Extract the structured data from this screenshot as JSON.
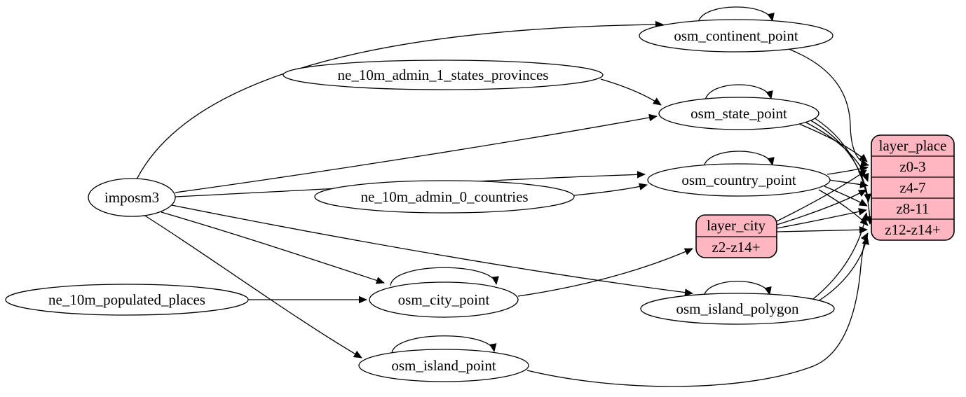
{
  "diagram": {
    "type": "etl-dependency-graph",
    "background": "#ffffff",
    "node_stroke": "#000000",
    "record_fill": "#ffb6c1",
    "nodes": {
      "imposm3": {
        "label": "imposm3",
        "shape": "ellipse"
      },
      "ne_10m_admin_1_states_provinces": {
        "label": "ne_10m_admin_1_states_provinces",
        "shape": "ellipse"
      },
      "ne_10m_admin_0_countries": {
        "label": "ne_10m_admin_0_countries",
        "shape": "ellipse"
      },
      "ne_10m_populated_places": {
        "label": "ne_10m_populated_places",
        "shape": "ellipse"
      },
      "osm_continent_point": {
        "label": "osm_continent_point",
        "shape": "ellipse"
      },
      "osm_state_point": {
        "label": "osm_state_point",
        "shape": "ellipse"
      },
      "osm_country_point": {
        "label": "osm_country_point",
        "shape": "ellipse"
      },
      "osm_city_point": {
        "label": "osm_city_point",
        "shape": "ellipse"
      },
      "osm_island_polygon": {
        "label": "osm_island_polygon",
        "shape": "ellipse"
      },
      "osm_island_point": {
        "label": "osm_island_point",
        "shape": "ellipse"
      },
      "layer_city": {
        "title": "layer_city",
        "rows": [
          "z2-z14+"
        ],
        "shape": "record"
      },
      "layer_place": {
        "title": "layer_place",
        "rows": [
          "z0-3",
          "z4-7",
          "z8-11",
          "z12-z14+"
        ],
        "shape": "record"
      }
    },
    "edges": [
      {
        "from": "imposm3",
        "to": "osm_continent_point"
      },
      {
        "from": "imposm3",
        "to": "osm_state_point"
      },
      {
        "from": "imposm3",
        "to": "osm_country_point"
      },
      {
        "from": "imposm3",
        "to": "osm_city_point"
      },
      {
        "from": "imposm3",
        "to": "osm_island_polygon"
      },
      {
        "from": "imposm3",
        "to": "osm_island_point"
      },
      {
        "from": "ne_10m_admin_1_states_provinces",
        "to": "osm_state_point"
      },
      {
        "from": "ne_10m_admin_0_countries",
        "to": "osm_country_point"
      },
      {
        "from": "ne_10m_populated_places",
        "to": "osm_city_point"
      },
      {
        "from": "osm_continent_point",
        "to": "osm_continent_point"
      },
      {
        "from": "osm_state_point",
        "to": "osm_state_point"
      },
      {
        "from": "osm_country_point",
        "to": "osm_country_point"
      },
      {
        "from": "osm_city_point",
        "to": "osm_city_point"
      },
      {
        "from": "osm_island_polygon",
        "to": "osm_island_polygon"
      },
      {
        "from": "osm_island_point",
        "to": "osm_island_point"
      },
      {
        "from": "osm_continent_point",
        "to": "layer_place",
        "port": "z0-3"
      },
      {
        "from": "osm_state_point",
        "to": "layer_place",
        "port": "z0-3"
      },
      {
        "from": "osm_state_point",
        "to": "layer_place",
        "port": "z4-7"
      },
      {
        "from": "osm_state_point",
        "to": "layer_place",
        "port": "z8-11"
      },
      {
        "from": "osm_state_point",
        "to": "layer_place",
        "port": "z12-z14+"
      },
      {
        "from": "osm_country_point",
        "to": "layer_place",
        "port": "z0-3"
      },
      {
        "from": "osm_country_point",
        "to": "layer_place",
        "port": "z4-7"
      },
      {
        "from": "osm_country_point",
        "to": "layer_place",
        "port": "z8-11"
      },
      {
        "from": "osm_country_point",
        "to": "layer_place",
        "port": "z12-z14+"
      },
      {
        "from": "osm_city_point",
        "to": "layer_city",
        "port": "z2-z14+"
      },
      {
        "from": "layer_city",
        "to": "layer_place",
        "port": "z0-3"
      },
      {
        "from": "layer_city",
        "to": "layer_place",
        "port": "z4-7"
      },
      {
        "from": "layer_city",
        "to": "layer_place",
        "port": "z8-11"
      },
      {
        "from": "layer_city",
        "to": "layer_place",
        "port": "z12-z14+"
      },
      {
        "from": "osm_island_polygon",
        "to": "layer_place",
        "port": "z8-11"
      },
      {
        "from": "osm_island_polygon",
        "to": "layer_place",
        "port": "z12-z14+"
      },
      {
        "from": "osm_island_point",
        "to": "layer_place",
        "port": "z12-z14+"
      }
    ]
  }
}
